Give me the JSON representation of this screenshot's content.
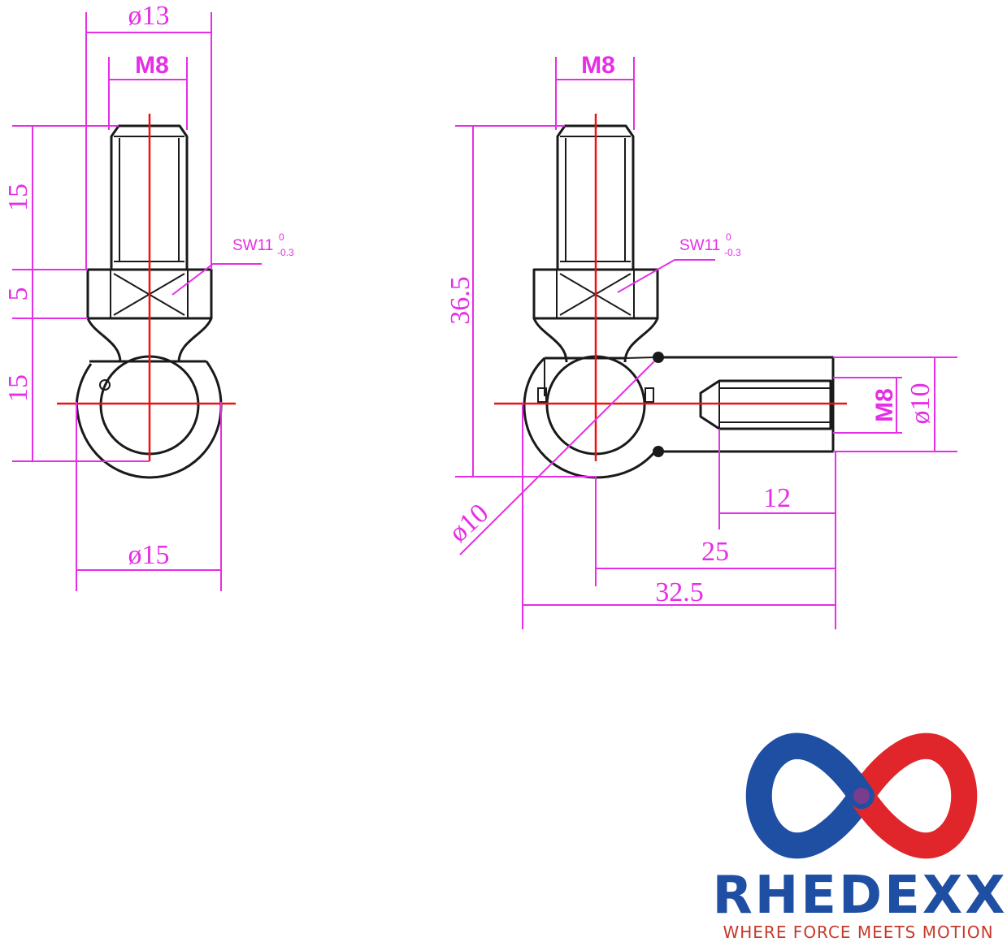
{
  "diagram": {
    "front_view": {
      "labels": {
        "outer_diameter": "ø13",
        "thread": "M8",
        "thread_length": "15",
        "hex_height": "5",
        "ball_height": "15",
        "ball_diameter": "ø15",
        "wrench": "SW11",
        "tol_upper": "0",
        "tol_lower": "-0.3"
      }
    },
    "side_view": {
      "labels": {
        "thread_top": "M8",
        "total_height": "36.5",
        "wrench": "SW11",
        "tol_upper": "0",
        "tol_lower": "-0.3",
        "socket_thread": "M8",
        "socket_diameter": "ø10",
        "ball_diameter": "ø10",
        "thread_depth": "12",
        "center_to_end": "25",
        "overall_length": "32.5"
      }
    },
    "colors": {
      "dimension": "#e62ee6",
      "centerline": "#ee1111",
      "outline": "#1a1a1a"
    }
  },
  "logo": {
    "brand": "RHEDEXX",
    "tagline": "WHERE FORCE MEETS MOTION",
    "colors": {
      "blue": "#1f4fa3",
      "red": "#e0262b",
      "tagline": "#c7392b"
    }
  }
}
